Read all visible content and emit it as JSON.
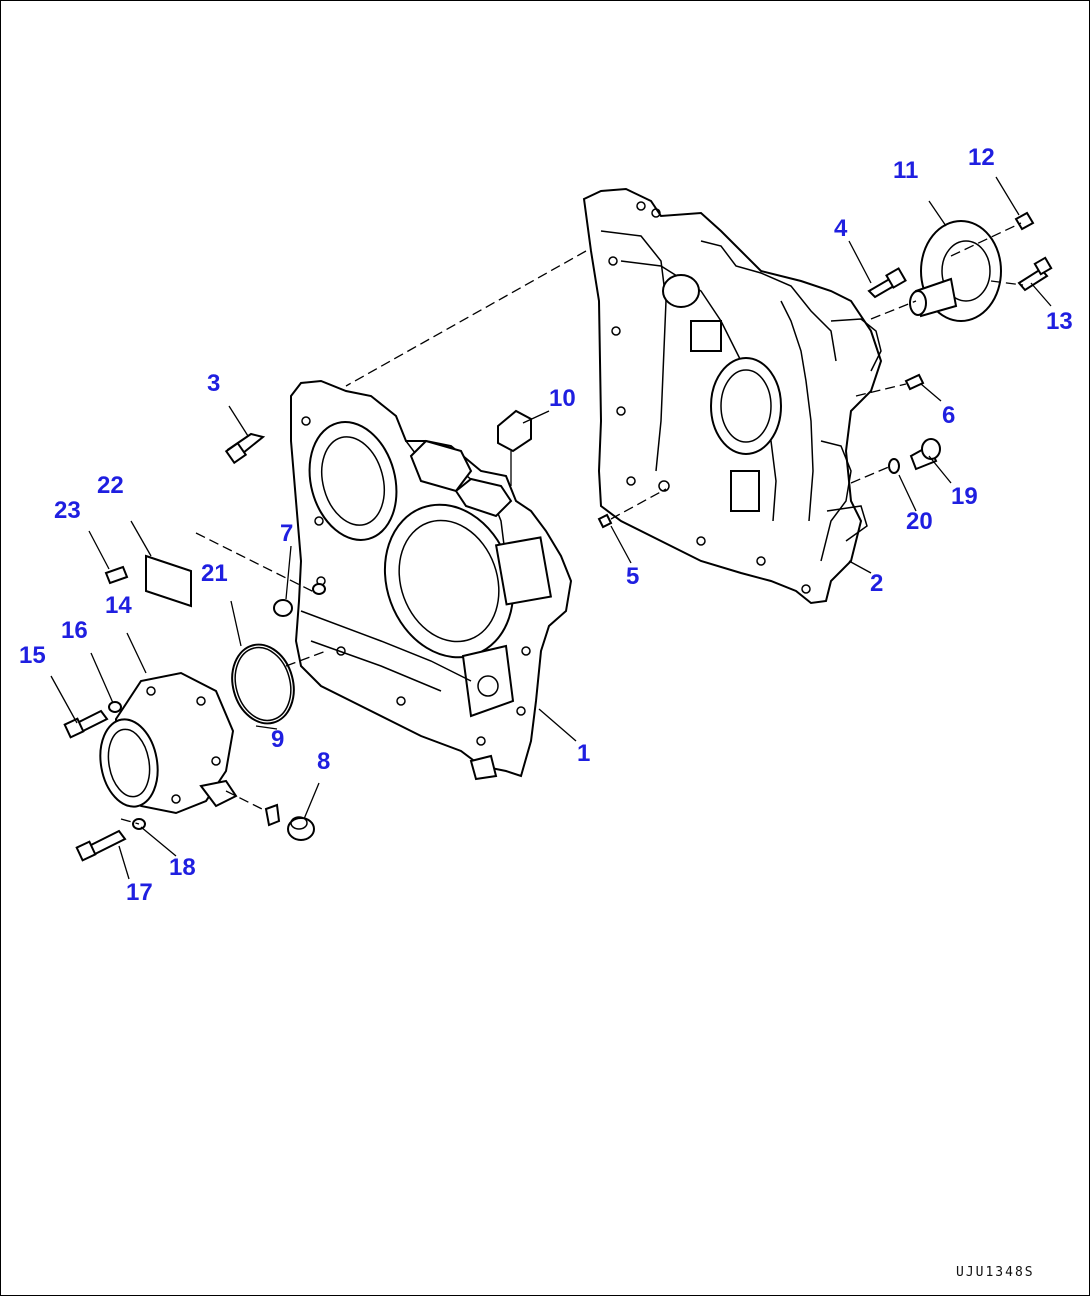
{
  "diagram": {
    "drawing_id": "UJU1348S",
    "callouts": [
      "1",
      "2",
      "3",
      "4",
      "5",
      "6",
      "7",
      "8",
      "9",
      "10",
      "11",
      "12",
      "13",
      "14",
      "15",
      "16",
      "17",
      "18",
      "19",
      "20",
      "21",
      "22",
      "23"
    ],
    "colors": {
      "callout": "#1f1fe0",
      "line": "#000000",
      "background": "#ffffff"
    }
  }
}
